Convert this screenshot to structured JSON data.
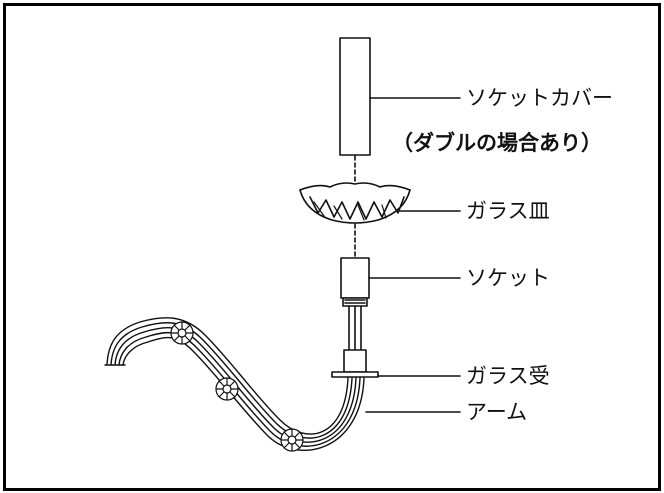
{
  "labels": {
    "socket_cover": "ソケットカバー",
    "double_note": "（ダブルの場合あり）",
    "glass_dish": "ガラス皿",
    "socket": "ソケット",
    "glass_holder": "ガラス受",
    "arm": "アーム"
  },
  "colors": {
    "line": "#111111",
    "frame": "#000000",
    "background": "#ffffff"
  }
}
